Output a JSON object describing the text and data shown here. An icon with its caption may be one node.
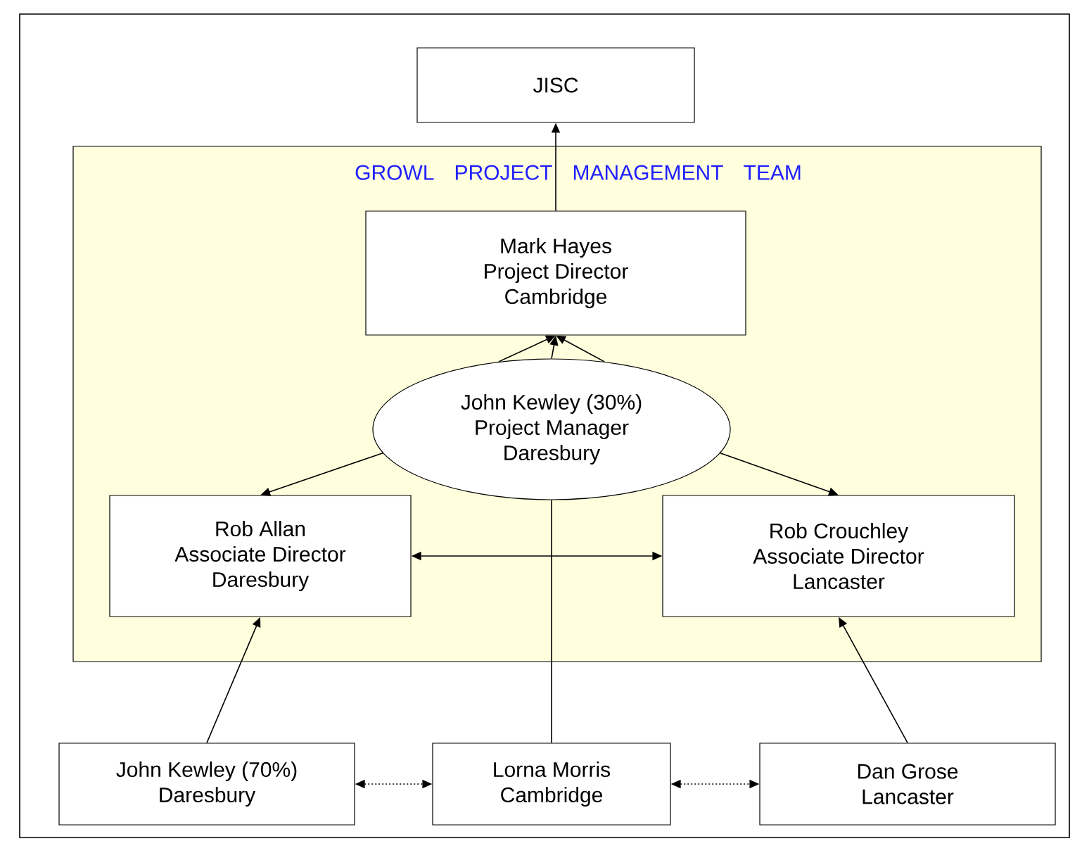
{
  "diagram": {
    "nodes": [
      {
        "text": [
          "JISC"
        ]
      },
      {
        "text": [
          "GROWL PROJECT MANAGEMENT TEAM"
        ]
      },
      {
        "text": [
          "Mark Hayes",
          "Project Director",
          "Cambridge"
        ],
        "in": 1
      },
      {
        "text": [
          "John Kewley (30%)",
          "Project Manager",
          "Daresbury"
        ],
        "in": 1
      },
      {
        "text": [
          "Rob Allan",
          "Associate Director",
          "Daresbury"
        ],
        "in": 1
      },
      {
        "text": [
          "Rob Crouchley",
          "Associate Director",
          "Lancaster"
        ],
        "in": 1
      },
      {
        "text": [
          "John Kewley (70%)",
          "Daresbury"
        ]
      },
      {
        "text": [
          "Lorna Morris",
          "Cambridge"
        ]
      },
      {
        "text": [
          "Dan Grose",
          "Lancaster"
        ]
      }
    ],
    "edges": [
      {
        "from": 2,
        "to": 0,
        "arrow": "to"
      },
      {
        "from": 3,
        "to": 2,
        "arrow": "to"
      },
      {
        "from": 3,
        "to": 2,
        "arrow": "to"
      },
      {
        "from": 3,
        "to": 2,
        "arrow": "to"
      },
      {
        "from": 3,
        "to": 4,
        "arrow": "to"
      },
      {
        "from": 3,
        "to": 5,
        "arrow": "to"
      },
      {
        "from": 7,
        "to": 3,
        "arrow": "none"
      },
      {
        "from": 4,
        "to": 5,
        "arrow": "both"
      },
      {
        "from": 6,
        "to": 4,
        "arrow": "to"
      },
      {
        "from": 8,
        "to": 5,
        "arrow": "to"
      },
      {
        "from": 6,
        "to": 7,
        "arrow": "both",
        "style": "dashed"
      },
      {
        "from": 7,
        "to": 8,
        "arrow": "both",
        "style": "dashed"
      }
    ]
  }
}
